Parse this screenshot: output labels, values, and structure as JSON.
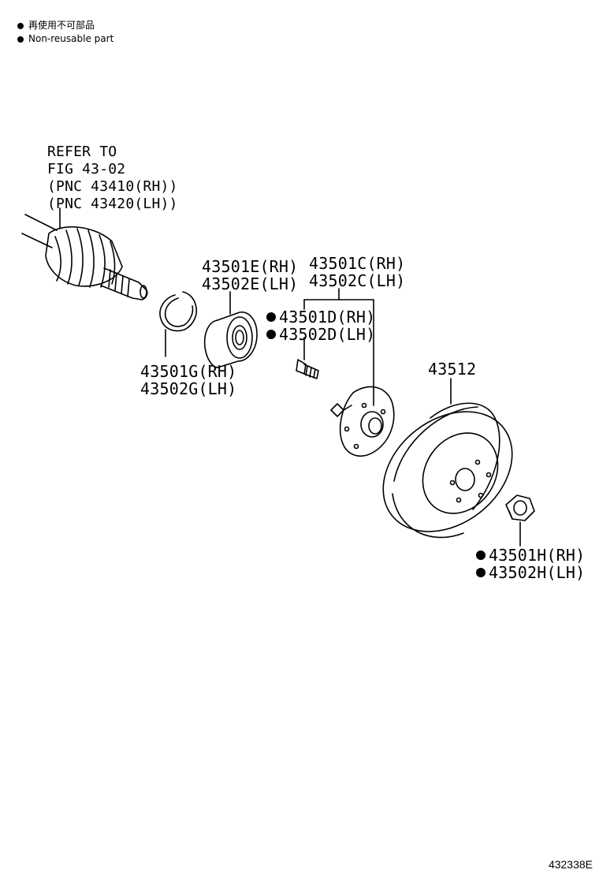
{
  "legend": {
    "items": [
      {
        "text": "再使用不可部品"
      },
      {
        "text": "Non-reusable part"
      }
    ]
  },
  "callouts": {
    "driveshaft": {
      "line1": "REFER TO",
      "line2": "FIG 43-02",
      "line3": "(PNC 43410(RH))",
      "line4": "(PNC 43420(LH))"
    },
    "snap_ring": {
      "rh": "43501G(RH)",
      "lh": "43502G(LH)"
    },
    "bearing": {
      "rh": "43501E(RH)",
      "lh": "43502E(LH)"
    },
    "hub": {
      "rh": "43501C(RH)",
      "lh": "43502C(LH)"
    },
    "hub_bolt": {
      "rh": "43501D(RH)",
      "lh": "43502D(LH)"
    },
    "disc": {
      "part": "43512"
    },
    "nut": {
      "rh": "43501H(RH)",
      "lh": "43502H(LH)"
    }
  },
  "illustration_code": "432338E"
}
